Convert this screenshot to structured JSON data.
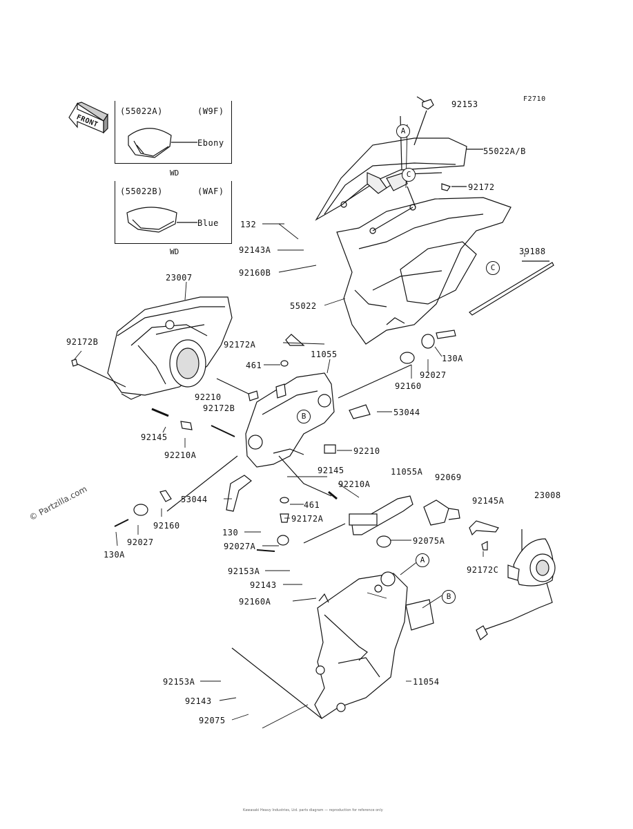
{
  "figure_code": "F2710",
  "front_label": "FRONT",
  "watermark": "© Partzilla.com",
  "variants": [
    {
      "part": "(55022A)",
      "code": "(W9F)",
      "color": "Ebony",
      "note": "WD"
    },
    {
      "part": "(55022B)",
      "code": "(WAF)",
      "color": "Blue",
      "note": "WD"
    }
  ],
  "callouts": [
    "A",
    "B",
    "C"
  ],
  "parts": {
    "p92153": "92153",
    "p55022AB": "55022A/B",
    "p92172": "92172",
    "p132": "132",
    "p92143A": "92143A",
    "p92160B": "92160B",
    "p39188": "39188",
    "p55022": "55022",
    "p23007": "23007",
    "p92172B_a": "92172B",
    "p92172A_a": "92172A",
    "p461_a": "461",
    "p11055": "11055",
    "p130A_a": "130A",
    "p92027_a": "92027",
    "p92160_a": "92160",
    "p92210_a": "92210",
    "p92172B_b": "92172B",
    "p53044_a": "53044",
    "p92145_a": "92145",
    "p92210A_a": "92210A",
    "p92210_b": "92210",
    "p92145_b": "92145",
    "p11055A": "11055A",
    "p92069": "92069",
    "p92210A_b": "92210A",
    "p53044_b": "53044",
    "p461_b": "461",
    "p92172A_b": "92172A",
    "p92145A": "92145A",
    "p23008": "23008",
    "p92160_b": "92160",
    "p130": "130",
    "p92027A": "92027A",
    "p92075A": "92075A",
    "p92027_b": "92027",
    "p130A_b": "130A",
    "p92172C": "92172C",
    "p92153A_a": "92153A",
    "p92143_a": "92143",
    "p92160A": "92160A",
    "p92153A_b": "92153A",
    "p11054": "11054",
    "p92143_b": "92143",
    "p92075": "92075"
  },
  "footer": "Kawasaki Heavy Industries, Ltd. parts diagram — reproduction for reference only"
}
